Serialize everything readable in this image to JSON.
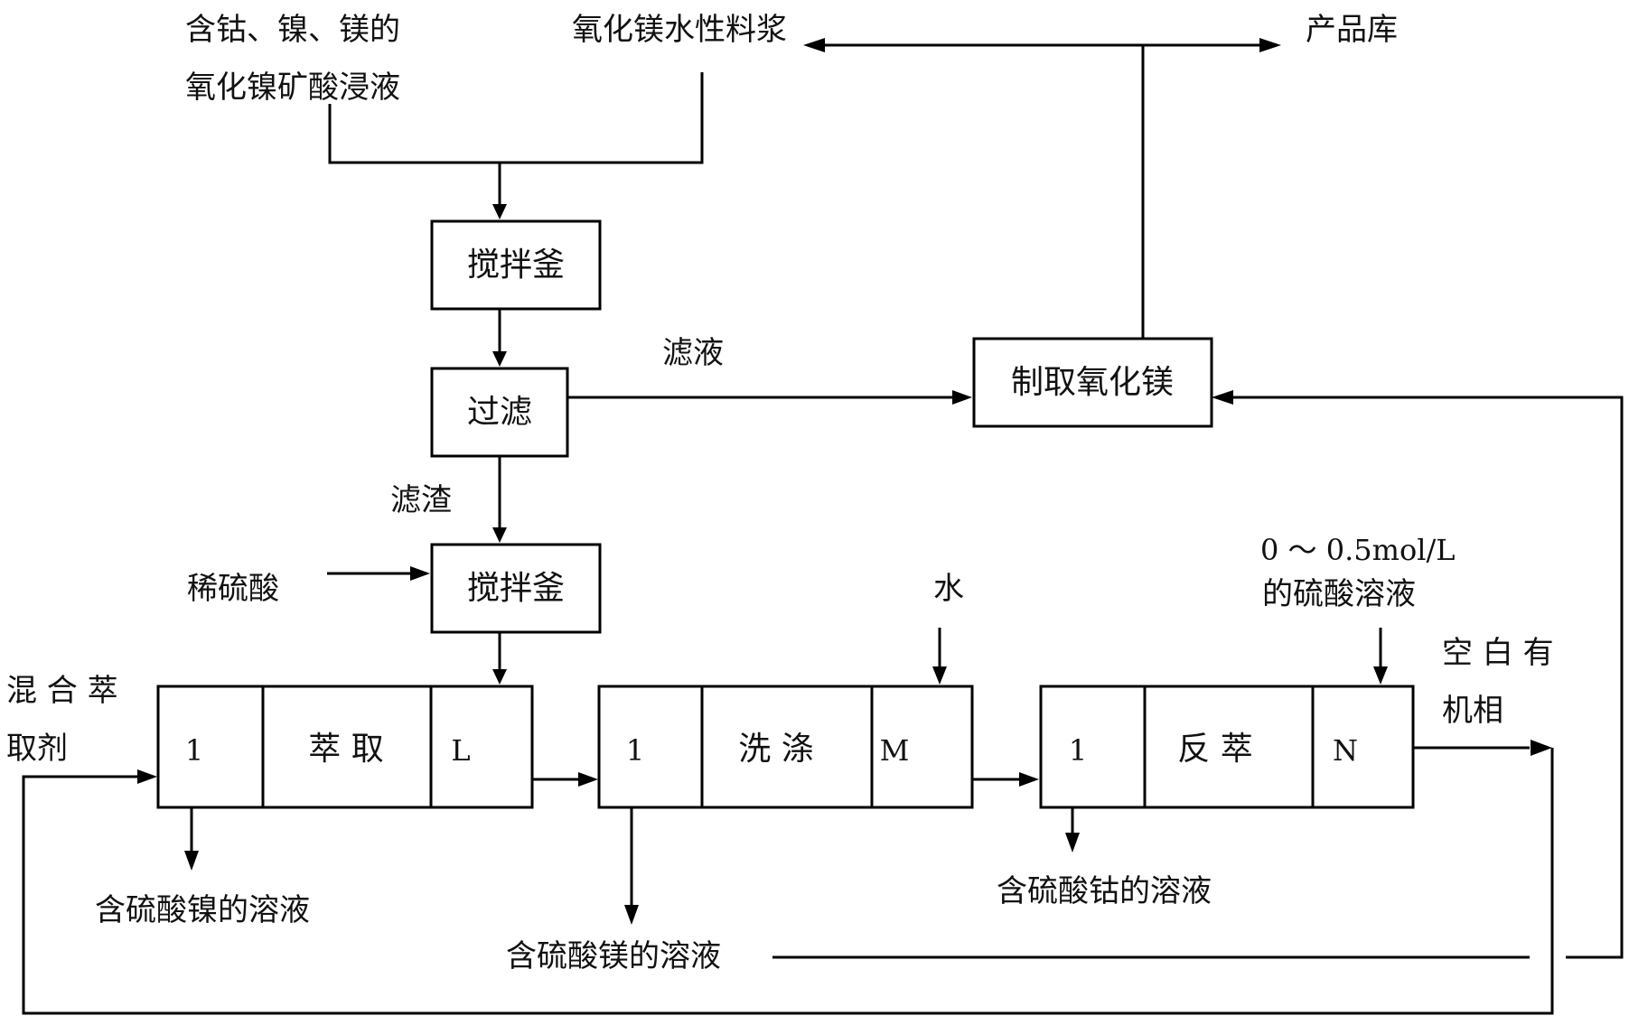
{
  "inputs": {
    "leach_line1": "含钴、镍、镁的",
    "leach_line2": "氧化镍矿酸浸液",
    "mgo_slurry": "氧化镁水性料浆",
    "product_store": "产品库",
    "dilute_acid": "稀硫酸",
    "water": "水",
    "strip_acid_line1": "0 ～ 0.5mol/L",
    "strip_acid_line2": "的硫酸溶液",
    "mixed_extractant_line1": "混 合 萃",
    "mixed_extractant_line2": "取剂",
    "blank_organic_line1": "空 白 有",
    "blank_organic_line2": "机相"
  },
  "boxes": {
    "stir_tank_1": "搅拌釜",
    "filter": "过滤",
    "stir_tank_2": "搅拌釜",
    "make_mgo": "制取氧化镁"
  },
  "flow_labels": {
    "filtrate": "滤液",
    "residue": "滤渣"
  },
  "sections": {
    "extraction": {
      "start": "1",
      "name": "萃 取",
      "end": "L"
    },
    "washing": {
      "start": "1",
      "name": "洗 涤",
      "end": "M"
    },
    "stripping": {
      "start": "1",
      "name": "反 萃",
      "end": "N"
    }
  },
  "outputs": {
    "nickel_solution": "含硫酸镍的溶液",
    "magnesium_solution": "含硫酸镁的溶液",
    "cobalt_solution": "含硫酸钴的溶液"
  }
}
